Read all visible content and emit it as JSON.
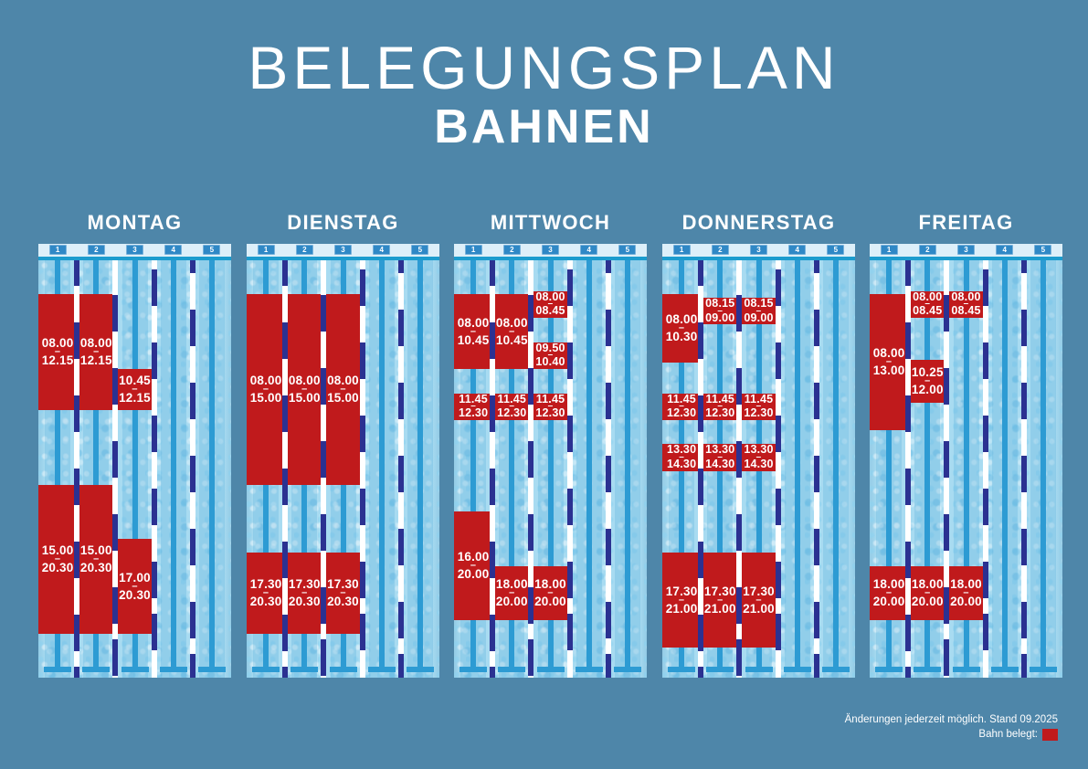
{
  "title": {
    "line1": "BELEGUNGSPLAN",
    "line2": "BAHNEN"
  },
  "footer": {
    "note": "Änderungen jederzeit möglich. Stand 09.2025",
    "legend_label": "Bahn belegt:"
  },
  "separator": "–",
  "lane_numbers": [
    "1",
    "2",
    "3",
    "4",
    "5"
  ],
  "time_axis": {
    "top_hour": 6.75,
    "bottom_hour": 22.1
  },
  "colors": {
    "background": "#4E86A9",
    "occupied_red": "#C01A1C",
    "water_blue": "#A8DBF1",
    "rope_navy": "#2B3191",
    "lane_line_blue": "#2D9BD3",
    "header_strip": "#DDEFF9",
    "lane_tag_blue": "#2F88C6",
    "pool_edge_teal": "#1C9CCE"
  },
  "days": [
    {
      "label": "MONTAG",
      "blocks": [
        {
          "lane": 1,
          "start": "08.00",
          "end": "12.15"
        },
        {
          "lane": 2,
          "start": "08.00",
          "end": "12.15"
        },
        {
          "lane": 3,
          "start": "10.45",
          "end": "12.15"
        },
        {
          "lane": 1,
          "start": "15.00",
          "end": "20.30"
        },
        {
          "lane": 2,
          "start": "15.00",
          "end": "20.30"
        },
        {
          "lane": 3,
          "start": "17.00",
          "end": "20.30"
        }
      ]
    },
    {
      "label": "DIENSTAG",
      "blocks": [
        {
          "lane": 1,
          "start": "08.00",
          "end": "15.00"
        },
        {
          "lane": 2,
          "start": "08.00",
          "end": "15.00"
        },
        {
          "lane": 3,
          "start": "08.00",
          "end": "15.00"
        },
        {
          "lane": 1,
          "start": "17.30",
          "end": "20.30"
        },
        {
          "lane": 2,
          "start": "17.30",
          "end": "20.30"
        },
        {
          "lane": 3,
          "start": "17.30",
          "end": "20.30"
        }
      ]
    },
    {
      "label": "MITTWOCH",
      "blocks": [
        {
          "lane": 1,
          "start": "08.00",
          "end": "10.45"
        },
        {
          "lane": 2,
          "start": "08.00",
          "end": "10.45"
        },
        {
          "lane": 3,
          "start": "08.00",
          "end": "08.45"
        },
        {
          "lane": 3,
          "start": "09.50",
          "end": "10.40"
        },
        {
          "lane": 1,
          "start": "11.45",
          "end": "12.30"
        },
        {
          "lane": 2,
          "start": "11.45",
          "end": "12.30"
        },
        {
          "lane": 3,
          "start": "11.45",
          "end": "12.30"
        },
        {
          "lane": 1,
          "start": "16.00",
          "end": "20.00"
        },
        {
          "lane": 2,
          "start": "18.00",
          "end": "20.00"
        },
        {
          "lane": 3,
          "start": "18.00",
          "end": "20.00"
        }
      ]
    },
    {
      "label": "DONNERSTAG",
      "blocks": [
        {
          "lane": 1,
          "start": "08.00",
          "end": "10.30"
        },
        {
          "lane": 2,
          "start": "08.15",
          "end": "09.00"
        },
        {
          "lane": 3,
          "start": "08.15",
          "end": "09.00"
        },
        {
          "lane": 1,
          "start": "11.45",
          "end": "12.30"
        },
        {
          "lane": 2,
          "start": "11.45",
          "end": "12.30"
        },
        {
          "lane": 3,
          "start": "11.45",
          "end": "12.30"
        },
        {
          "lane": 1,
          "start": "13.30",
          "end": "14.30"
        },
        {
          "lane": 2,
          "start": "13.30",
          "end": "14.30"
        },
        {
          "lane": 3,
          "start": "13.30",
          "end": "14.30"
        },
        {
          "lane": 1,
          "start": "17.30",
          "end": "21.00"
        },
        {
          "lane": 2,
          "start": "17.30",
          "end": "21.00"
        },
        {
          "lane": 3,
          "start": "17.30",
          "end": "21.00"
        }
      ]
    },
    {
      "label": "FREITAG",
      "blocks": [
        {
          "lane": 1,
          "start": "08.00",
          "end": "13.00"
        },
        {
          "lane": 2,
          "start": "08.00",
          "end": "08.45"
        },
        {
          "lane": 3,
          "start": "08.00",
          "end": "08.45"
        },
        {
          "lane": 2,
          "start": "10.25",
          "end": "12.00"
        },
        {
          "lane": 1,
          "start": "18.00",
          "end": "20.00"
        },
        {
          "lane": 2,
          "start": "18.00",
          "end": "20.00"
        },
        {
          "lane": 3,
          "start": "18.00",
          "end": "20.00"
        }
      ]
    }
  ]
}
